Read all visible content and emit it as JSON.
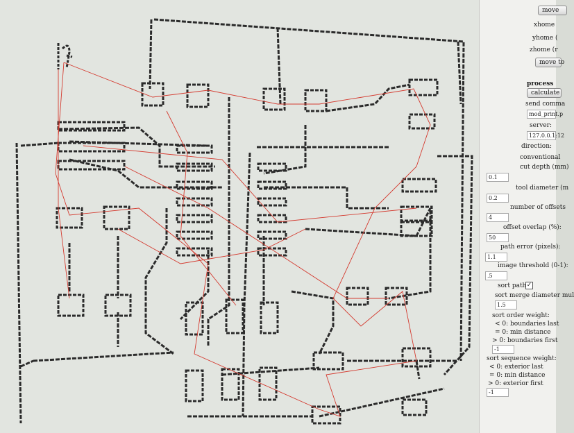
{
  "panel": {
    "move_btn_top": "move",
    "xhome_label": "xhome",
    "yhome_label": "yhome (",
    "zhome_label": "zhome (r",
    "move_to_btn": "move to",
    "process_title": "process",
    "calculate_btn": "calculate",
    "send_command_label": "send comma",
    "send_command_value": "mod_print.p",
    "server_label": "server:",
    "server_value": "127.0.0.1:12",
    "direction_label": "direction:",
    "direction_value": "conventional",
    "cut_depth_label": "cut depth (mm)",
    "cut_depth_value": "0.1",
    "tool_diameter_label": "tool diameter (m",
    "tool_diameter_value": "0.2",
    "offsets_label": "number of offsets",
    "offsets_value": "4",
    "overlap_label": "offset overlap (%):",
    "overlap_value": "50",
    "path_error_label": "path error (pixels):",
    "path_error_value": "1.1",
    "threshold_label": "image threshold (0-1):",
    "threshold_value": ".5",
    "sort_path_label": "sort path:",
    "sort_path_mark": "✓",
    "merge_label": "sort merge diameter mul",
    "merge_value": "1.5",
    "order_weight_label": "sort order weight:",
    "order_lt": "< 0: boundaries last",
    "order_eq": "= 0: min distance",
    "order_gt": "> 0: boundaries first",
    "order_value": "-1",
    "sequence_label": "sort sequence weight:",
    "seq_lt": "< 0: exterior last",
    "seq_eq": "= 0: min distance",
    "seq_gt": "> 0: exterior first",
    "seq_value": "-1"
  },
  "colors": {
    "toolpath": "#2b2b2b",
    "rapid_move": "#d43a2f",
    "background": "#e2e5e0"
  }
}
